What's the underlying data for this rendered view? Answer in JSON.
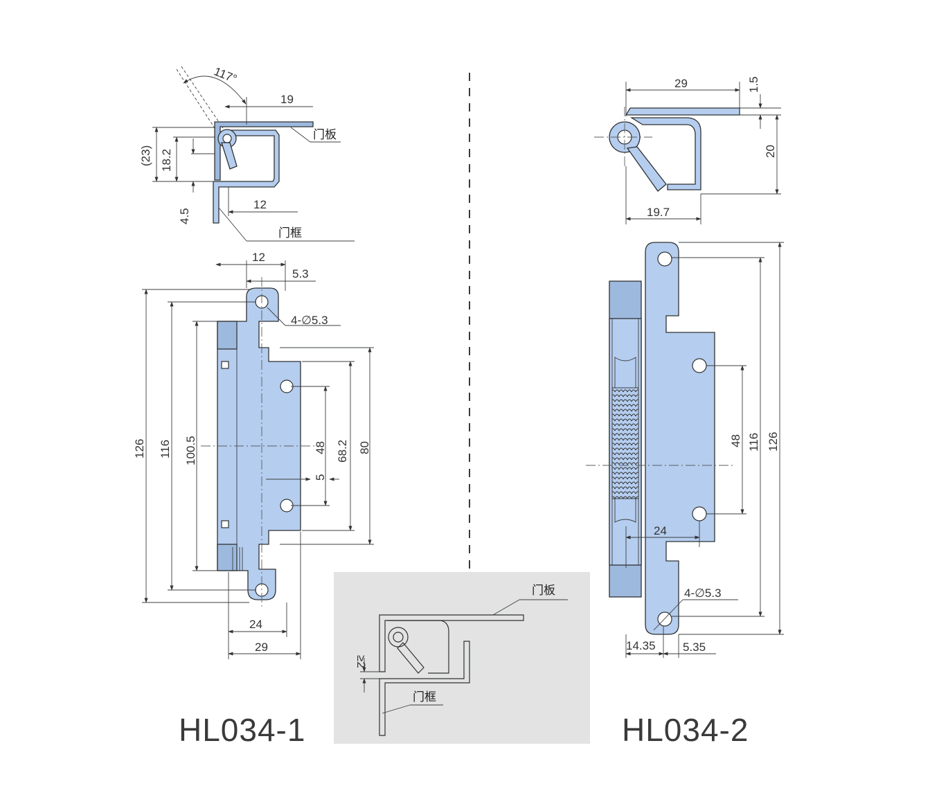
{
  "models": {
    "left": "HL034-1",
    "right": "HL034-2"
  },
  "labels": {
    "door_panel": "门板",
    "door_frame": "门框"
  },
  "colors": {
    "part_fill": "#b5cdee",
    "inset_bg": "#e3e3e3",
    "line": "#2f3133"
  },
  "left_top": {
    "angle": "117°",
    "d19": "19",
    "d23": "(23)",
    "d182": "18.2",
    "d45": "4.5",
    "d12": "12"
  },
  "left_front": {
    "d12": "12",
    "d53": "5.3",
    "holes": "4-∅5.3",
    "d126": "126",
    "d116": "116",
    "d1005": "100.5",
    "d48": "48",
    "d682": "68.2",
    "d80": "80",
    "d5": "5",
    "d24": "24",
    "d29": "29"
  },
  "inset": {
    "gap": "≥2"
  },
  "right_top": {
    "d29": "29",
    "d15": "1.5",
    "d20": "20",
    "d197": "19.7"
  },
  "right_front": {
    "d48": "48",
    "d116": "116",
    "d126": "126",
    "d24": "24",
    "holes": "4-∅5.3",
    "d1435": "14.35",
    "d535": "5.35"
  }
}
